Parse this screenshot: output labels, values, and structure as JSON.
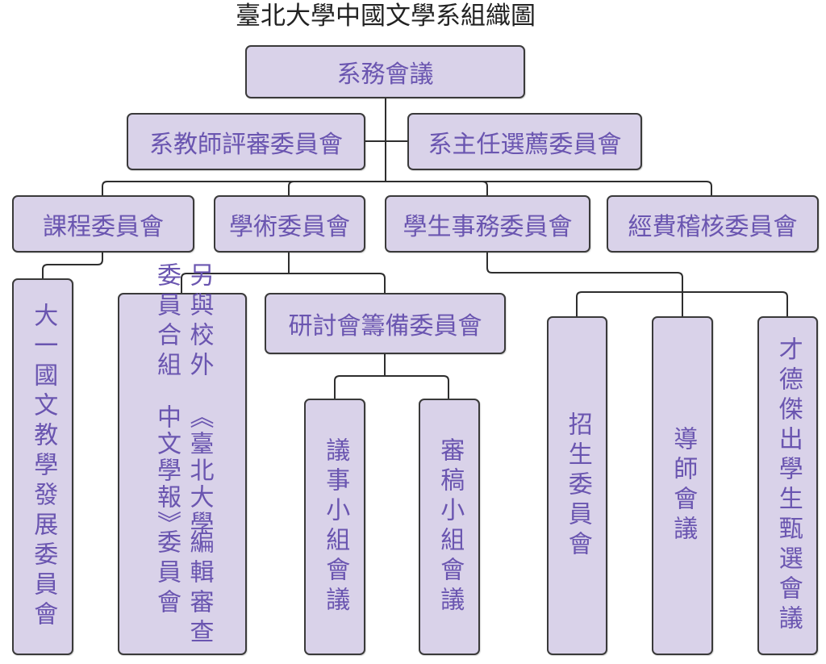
{
  "title": "臺北大學中國文學系組織圖",
  "colors": {
    "box_fill": "#d9d2e9",
    "box_text": "#6a55b0",
    "line": "#2e2e2e"
  },
  "nodes": {
    "root": "系務會議",
    "faculty_review": "系教師評審委員會",
    "chair_selection": "系主任選薦委員會",
    "curriculum": "課程委員會",
    "academic": "學術委員會",
    "student_affairs": "學生事務委員會",
    "budget_audit": "經費稽核委員會",
    "freshman_chinese": "大一國文教學發展委員會",
    "journal_col1": "另與校外委員合組",
    "journal_col2": "《臺北大學中文學報》",
    "journal_col3": "編輯審查委員會",
    "symposium": "研討會籌備委員會",
    "agenda_group": "議事小組會議",
    "review_group": "審稿小組會議",
    "admissions": "招生委員會",
    "mentor": "導師會議",
    "outstanding_student": "才德傑出學生甄選會議"
  }
}
